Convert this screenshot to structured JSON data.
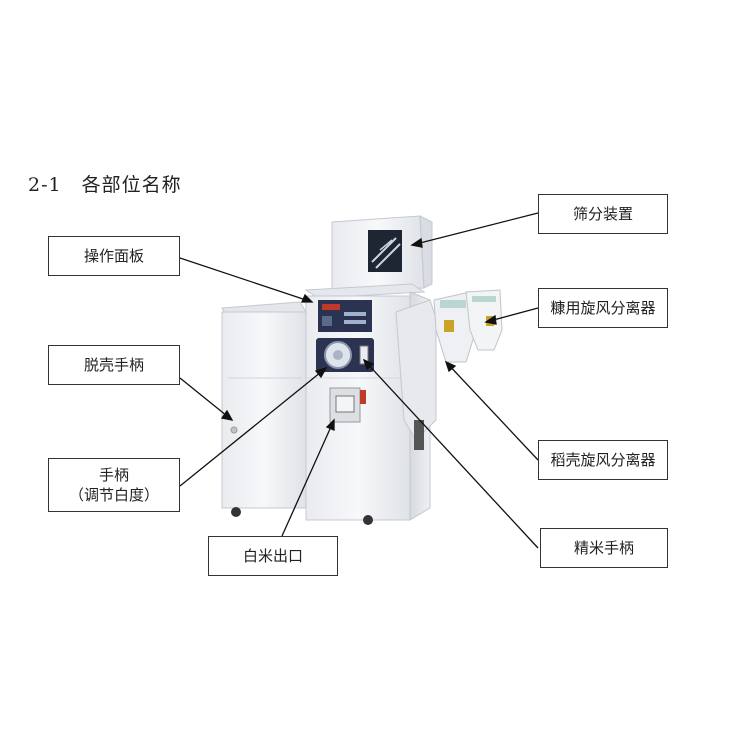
{
  "section_title": "2-1　各部位名称",
  "callouts": {
    "screening_device": "筛分装置",
    "control_panel": "操作面板",
    "bran_cyclone": "糠用旋风分离器",
    "hulling_handle": "脱壳手柄",
    "whiteness_handle_line1": "手柄",
    "whiteness_handle_line2": "（调节白度）",
    "husk_cyclone": "稻壳旋风分离器",
    "polished_rice_handle": "精米手柄",
    "white_rice_outlet": "白米出口"
  },
  "colors": {
    "machine_body": "#f2f3f5",
    "panel_dark": "#2b3350",
    "accent_red": "#c0392b"
  }
}
